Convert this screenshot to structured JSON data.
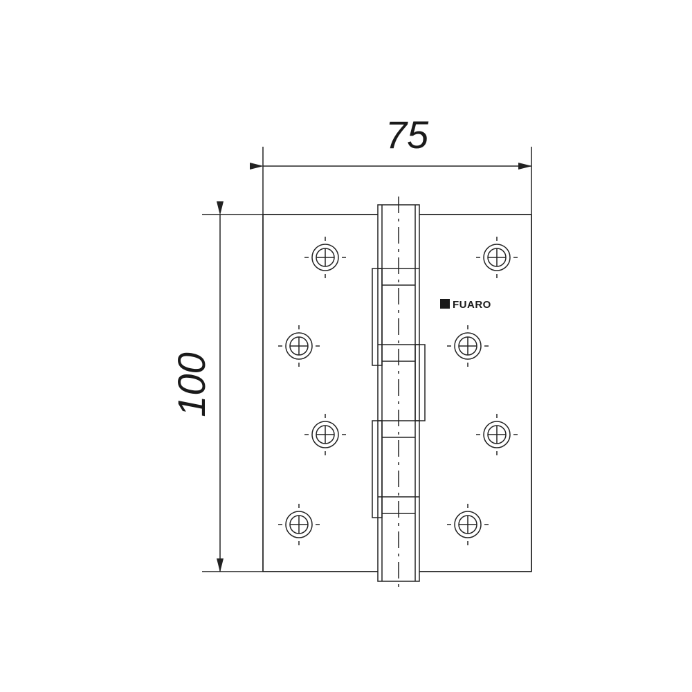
{
  "dimensions": {
    "width_label": "75",
    "height_label": "100"
  },
  "brand": {
    "logo_text": "FUARO"
  },
  "colors": {
    "line": "#222222",
    "background": "#ffffff"
  }
}
